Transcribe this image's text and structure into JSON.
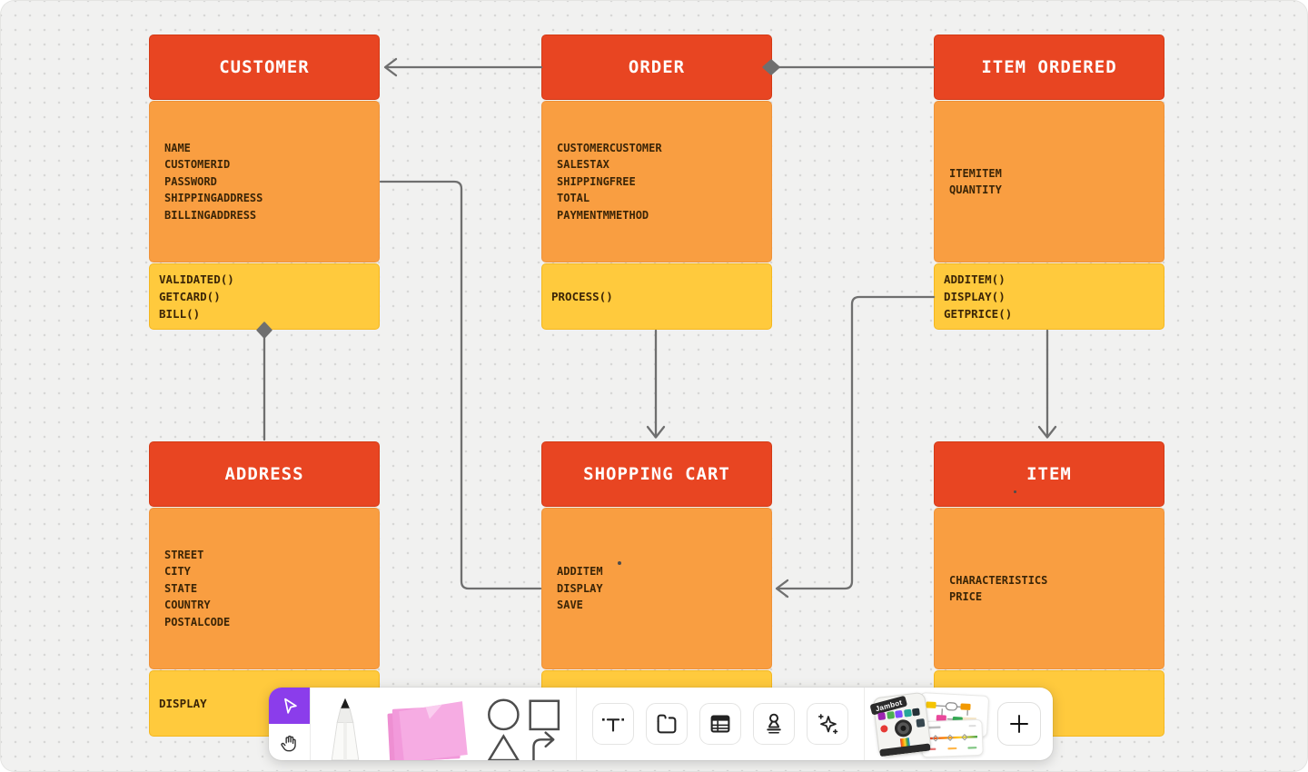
{
  "board": {
    "type": "uml-class-diagram",
    "background": "#F1F1F0",
    "dot_color": "#D7D7D6"
  },
  "colors": {
    "header": "#E84522",
    "attributes": "#F99E41",
    "methods": "#FFCA3D",
    "connector": "#6F6F6F",
    "select_accent": "#8B3DEB",
    "sticky_pink": "#F6ACE3"
  },
  "classes": [
    {
      "title": "CUSTOMER",
      "attributes": [
        "NAME",
        "CUSTOMERID",
        "PASSWORD",
        "SHIPPINGADDRESS",
        "BILLINGADDRESS"
      ],
      "methods": [
        "VALIDATED()",
        "GETCARD()",
        "BILL()"
      ]
    },
    {
      "title": "ORDER",
      "attributes": [
        "CUSTOMERCUSTOMER",
        "SALESTAX",
        "SHIPPINGFREE",
        "TOTAL",
        "PAYMENTMMETHOD"
      ],
      "methods": [
        "PROCESS()"
      ]
    },
    {
      "title": "ITEM ORDERED",
      "attributes": [
        "ITEMITEM",
        "QUANTITY"
      ],
      "methods": [
        "ADDITEM()",
        "DISPLAY()",
        "GETPRICE()"
      ]
    },
    {
      "title": "ADDRESS",
      "attributes": [
        "STREET",
        "CITY",
        "STATE",
        "COUNTRY",
        "POSTALCODE"
      ],
      "methods": [
        "DISPLAY"
      ]
    },
    {
      "title": "SHOPPING CART",
      "attributes": [
        "ADDITEM",
        "DISPLAY",
        "SAVE"
      ],
      "methods": []
    },
    {
      "title": "ITEM",
      "attributes": [
        "CHARACTERISTICS",
        "PRICE"
      ],
      "methods": []
    }
  ],
  "connectors": [
    {
      "from": "ORDER",
      "to": "CUSTOMER",
      "end": "arrow"
    },
    {
      "from": "ITEM ORDERED",
      "to": "ORDER",
      "end": "diamond"
    },
    {
      "from": "CUSTOMER",
      "to": "SHOPPING CART",
      "end": "plain"
    },
    {
      "from": "ITEM ORDERED",
      "to": "SHOPPING CART",
      "end": "arrow"
    },
    {
      "from": "ADDRESS",
      "to": "CUSTOMER",
      "end": "diamond"
    },
    {
      "from": "ORDER",
      "to": "SHOPPING CART",
      "end": "arrow"
    },
    {
      "from": "ITEM ORDERED",
      "to": "ITEM",
      "end": "arrow"
    }
  ],
  "toolbar": {
    "jambot_label": "Jambot",
    "icons": [
      "select-cursor-icon",
      "hand-icon",
      "marker-pen-icon",
      "sticky-note-icon",
      "shape-circle-icon",
      "shape-square-icon",
      "shape-triangle-icon",
      "shape-arrow-icon",
      "text-tool-icon",
      "section-tool-icon",
      "table-tool-icon",
      "stamp-tool-icon",
      "ai-sparkle-icon",
      "templates-thumbnails",
      "plus-icon"
    ]
  }
}
